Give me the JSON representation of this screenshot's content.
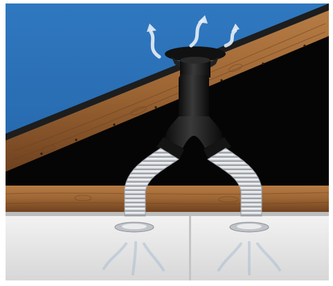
{
  "scene": {
    "subject": "y-adapter-roof-vent-illustration",
    "colors": {
      "sky": "#2a6fb4",
      "attic": "#050505",
      "wood_light": "#a9713f",
      "wood_dark": "#6b3f1f",
      "duct_silver": "#c9ccd0",
      "vent_black": "#161616",
      "ceiling": "#e4e4e4",
      "airflow": "#dfe6ee"
    },
    "icons": [
      "exhaust-airflow-arrows",
      "intake-airflow-arrows",
      "ceiling-vent-grille"
    ]
  }
}
